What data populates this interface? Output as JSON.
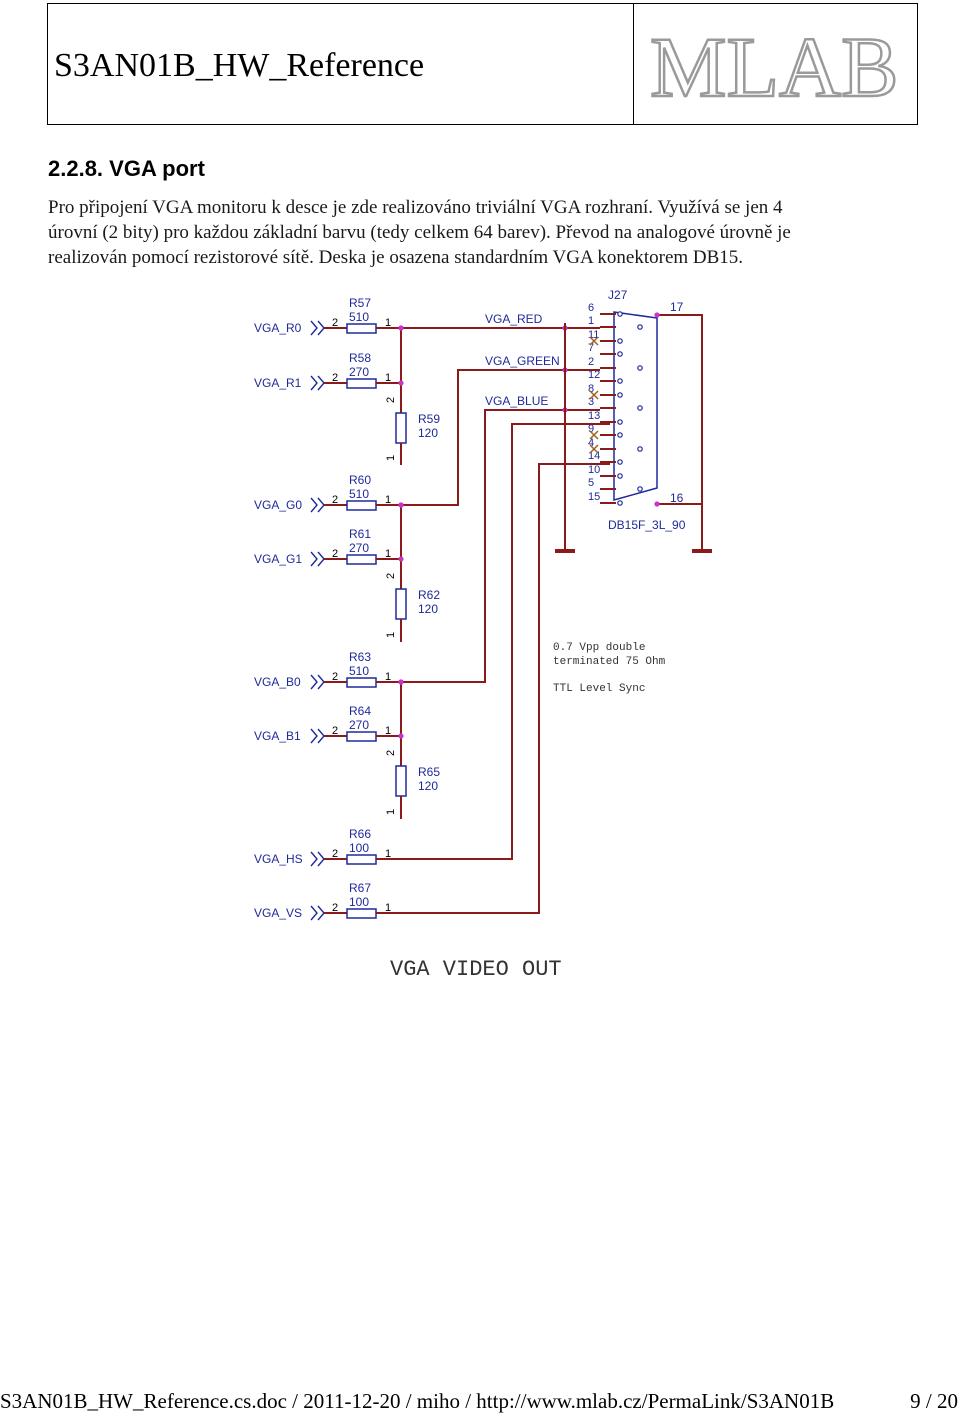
{
  "header": {
    "title": "S3AN01B_HW_Reference",
    "logo_text": "MLAB"
  },
  "section": {
    "heading": "2.2.8. VGA port",
    "paragraph_lines": [
      "Pro připojení VGA monitoru k desce je zde realizováno triviální VGA rozhraní. Využívá se jen 4",
      "úrovní (2 bity) pro každou základní barvu (tedy celkem 64 barev). Převod na analogové úrovně je",
      "realizován pomocí rezistorové sítě. Deska je osazena standardním VGA konektorem DB15."
    ]
  },
  "schematic": {
    "inputs": [
      "VGA_R0",
      "VGA_R1",
      "VGA_G0",
      "VGA_G1",
      "VGA_B0",
      "VGA_B1",
      "VGA_HS",
      "VGA_VS"
    ],
    "resistors": [
      {
        "ref": "R57",
        "value": "510"
      },
      {
        "ref": "R58",
        "value": "270"
      },
      {
        "ref": "R59",
        "value": "120"
      },
      {
        "ref": "R60",
        "value": "510"
      },
      {
        "ref": "R61",
        "value": "270"
      },
      {
        "ref": "R62",
        "value": "120"
      },
      {
        "ref": "R63",
        "value": "510"
      },
      {
        "ref": "R64",
        "value": "270"
      },
      {
        "ref": "R65",
        "value": "120"
      },
      {
        "ref": "R66",
        "value": "100"
      },
      {
        "ref": "R67",
        "value": "100"
      }
    ],
    "pin_1": "1",
    "pin_2": "2",
    "nets": [
      "VGA_RED",
      "VGA_GREEN",
      "VGA_BLUE"
    ],
    "connector": {
      "ref": "J27",
      "part": "DB15F_3L_90",
      "pins": [
        "6",
        "1",
        "11",
        "7",
        "2",
        "12",
        "8",
        "3",
        "13",
        "9",
        "4",
        "14",
        "10",
        "5",
        "15"
      ],
      "shield_top": "17",
      "shield_bottom": "16"
    },
    "notes": [
      "0.7 Vpp double",
      "terminated 75 Ohm",
      "TTL Level Sync"
    ],
    "caption": "VGA VIDEO OUT",
    "colors": {
      "wire": "#8b1a1a",
      "ground": "#8b1a1a",
      "label": "#1f2a9a",
      "junction": "#cc33cc",
      "body": "#1f2a9a",
      "nc": "#a06020"
    }
  },
  "footer": {
    "left": "S3AN01B_HW_Reference.cs.doc / 2011-12-20 / miho / http://www.mlab.cz/PermaLink/S3AN01B",
    "right": "9 / 20"
  }
}
